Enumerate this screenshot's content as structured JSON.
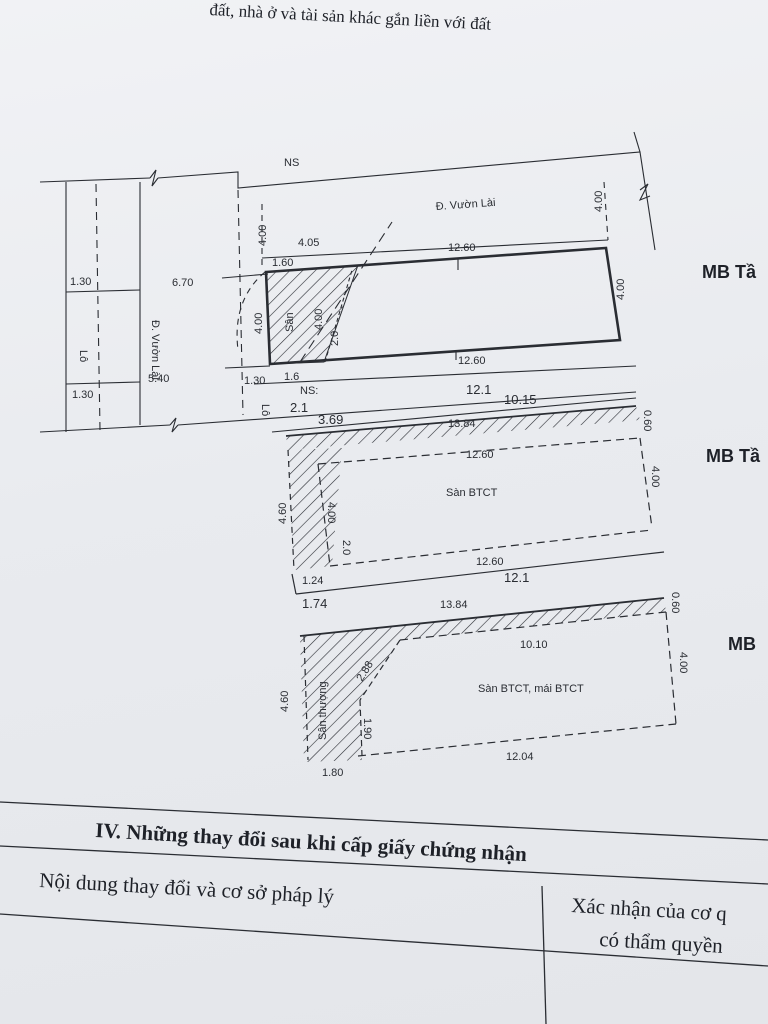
{
  "header": {
    "text": "đất, nhà ở và tài sản khác gắn liền với đất"
  },
  "section": {
    "title": "IV. Những thay đổi sau khi cấp giấy chứng nhận",
    "col_left": "Nội dung thay đổi và cơ sở pháp lý",
    "col_right_line1": "Xác nhận của cơ q",
    "col_right_line2": "có thẩm quyền"
  },
  "floor_labels": {
    "ground": "MB Tầ",
    "second": "MB Tầ",
    "third": "MB"
  },
  "plan_site": {
    "ns_top": "NS",
    "street_top": "Đ. Vườn Lài",
    "street_side": "Đ. Vườn Lài",
    "alley": "Lô",
    "yard": "Sân",
    "ns_bottom": "NS:",
    "dims": {
      "d400_top_left": "4.00",
      "d405": "4.05",
      "d1260_top": "12.60",
      "d400_top_right": "4.00",
      "d160": "1.60",
      "d130_a": "1.30",
      "d670": "6.70",
      "d400_left": "4.00",
      "d400_inner": "4.00",
      "d20": "2.0",
      "d400_right": "4.00",
      "d540": "5.40",
      "d130_b": "1.30",
      "d16": "1.6",
      "d1260_bottom": "12.60",
      "d130_c": "1.30",
      "d121": "12.1",
      "d21": "2.1",
      "d1015": "10.15",
      "d369": "3.69"
    }
  },
  "plan_floor2": {
    "label": "Sàn BTCT",
    "dims": {
      "d1384": "13.84",
      "d060": "0.60",
      "d1260_top": "12.60",
      "d400_right": "4.00",
      "d460": "4.60",
      "d400_inner": "4.00",
      "d20": "2.0",
      "d1260_bottom": "12.60",
      "d124": "1.24",
      "d121": "12.1",
      "d174": "1.74"
    }
  },
  "plan_floor3": {
    "label": "Sàn BTCT, mái BTCT",
    "terrace": "Sân thượng",
    "dims": {
      "d1384": "13.84",
      "d060": "0.60",
      "d1010": "10.10",
      "d288": "2.88",
      "d400_right": "4.00",
      "d460": "4.60",
      "d190": "1.90",
      "d1204": "12.04",
      "d180": "1.80"
    }
  }
}
